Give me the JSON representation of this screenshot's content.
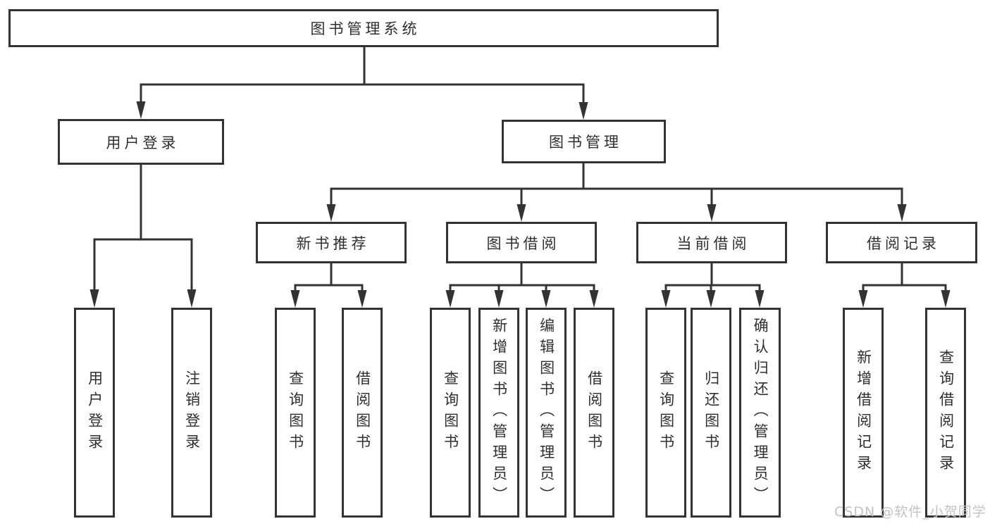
{
  "diagram": {
    "title": "图书管理系统",
    "nodes": {
      "root": "图书管理系统",
      "user_login": "用户登录",
      "book_mgmt": "图书管理",
      "new_books": "新书推荐",
      "book_borrow": "图书借阅",
      "current_borrow": "当前借阅",
      "borrow_records": "借阅记录",
      "leaf_user_login": "用户登录",
      "leaf_logout": "注销登录",
      "leaf_nb_query": "查询图书",
      "leaf_nb_borrow": "借阅图书",
      "leaf_bb_query": "查询图书",
      "leaf_bb_add": "新增图书（管理员）",
      "leaf_bb_edit": "编辑图书（管理员）",
      "leaf_bb_borrow": "借阅图书",
      "leaf_cb_query": "查询图书",
      "leaf_cb_return": "归还图书",
      "leaf_cb_confirm": "确认归还（管理员）",
      "leaf_br_add": "新增借阅记录",
      "leaf_br_query": "查询借阅记录"
    },
    "colors": {
      "line": "#333333",
      "text": "#2f2f2f",
      "background": "#ffffff",
      "watermark": "#c3c3c3"
    }
  },
  "watermark": {
    "text": "CSDN @软件_小贺同学"
  }
}
